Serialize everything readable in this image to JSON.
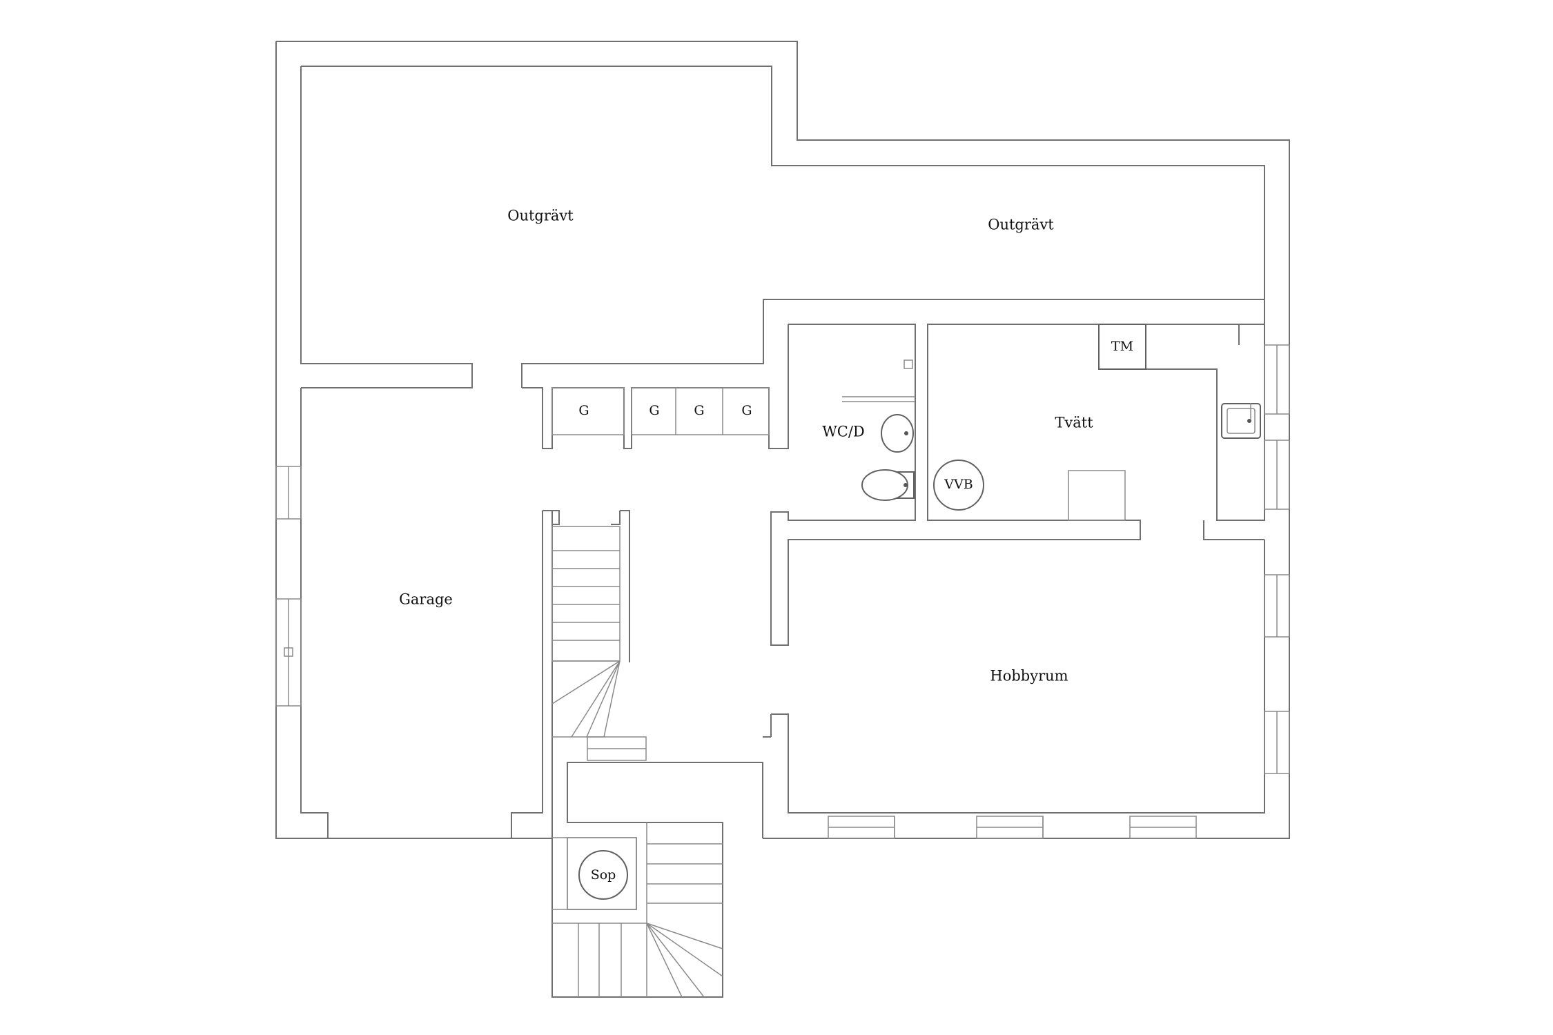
{
  "rooms": {
    "outgravt_west": "Outgrävt",
    "outgravt_east": "Outgrävt",
    "garage": "Garage",
    "wc_d": "WC/D",
    "tvatt": "Tvätt",
    "hobbyrum": "Hobbyrum",
    "sop": "Sop"
  },
  "fixtures": {
    "tm": "TM",
    "vvb": "VVB",
    "storage": [
      "G",
      "G",
      "G",
      "G"
    ]
  }
}
